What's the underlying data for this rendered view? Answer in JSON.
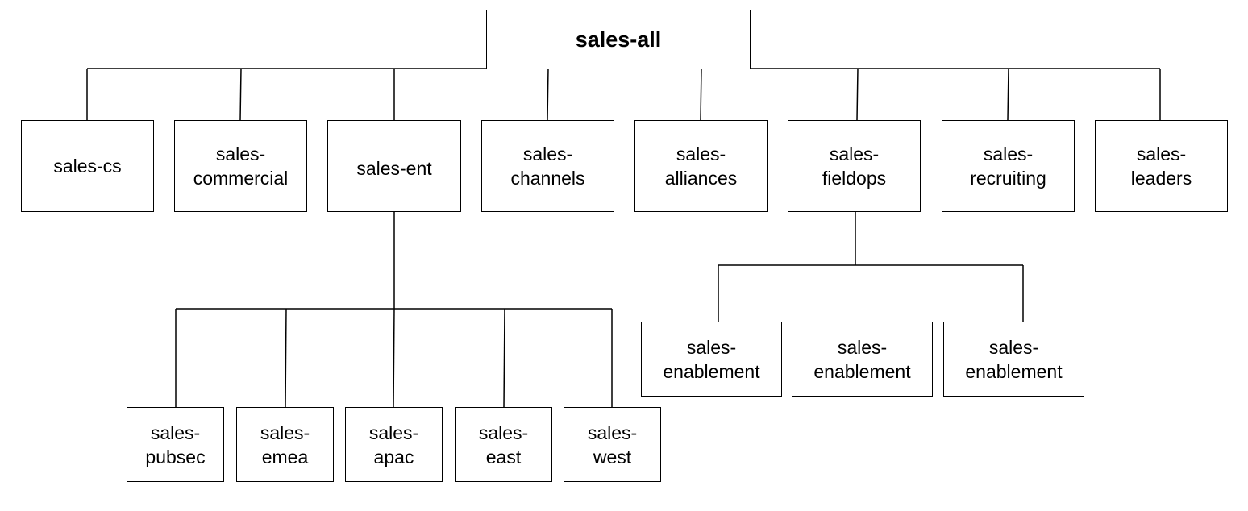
{
  "diagram": {
    "root": {
      "id": "root",
      "label": "sales-all"
    },
    "level1": [
      {
        "id": "cs",
        "label": "sales-cs"
      },
      {
        "id": "commercial",
        "label": "sales-\ncommercial"
      },
      {
        "id": "ent",
        "label": "sales-ent"
      },
      {
        "id": "channels",
        "label": "sales-\nchannels"
      },
      {
        "id": "alliances",
        "label": "sales-\nalliances"
      },
      {
        "id": "fieldops",
        "label": "sales-\nfieldops"
      },
      {
        "id": "recruiting",
        "label": "sales-\nrecruiting"
      },
      {
        "id": "leaders",
        "label": "sales-\nleaders"
      }
    ],
    "ent_children": [
      {
        "id": "pubsec",
        "label": "sales-\npubsec"
      },
      {
        "id": "emea",
        "label": "sales-\nemea"
      },
      {
        "id": "apac",
        "label": "sales-\napac"
      },
      {
        "id": "east",
        "label": "sales-\neast"
      },
      {
        "id": "west",
        "label": "sales-\nwest"
      }
    ],
    "fieldops_children": [
      {
        "id": "enable1",
        "label": "sales-\nenablement"
      },
      {
        "id": "enable2",
        "label": "sales-\nenablement"
      },
      {
        "id": "enable3",
        "label": "sales-\nenablement"
      }
    ]
  }
}
